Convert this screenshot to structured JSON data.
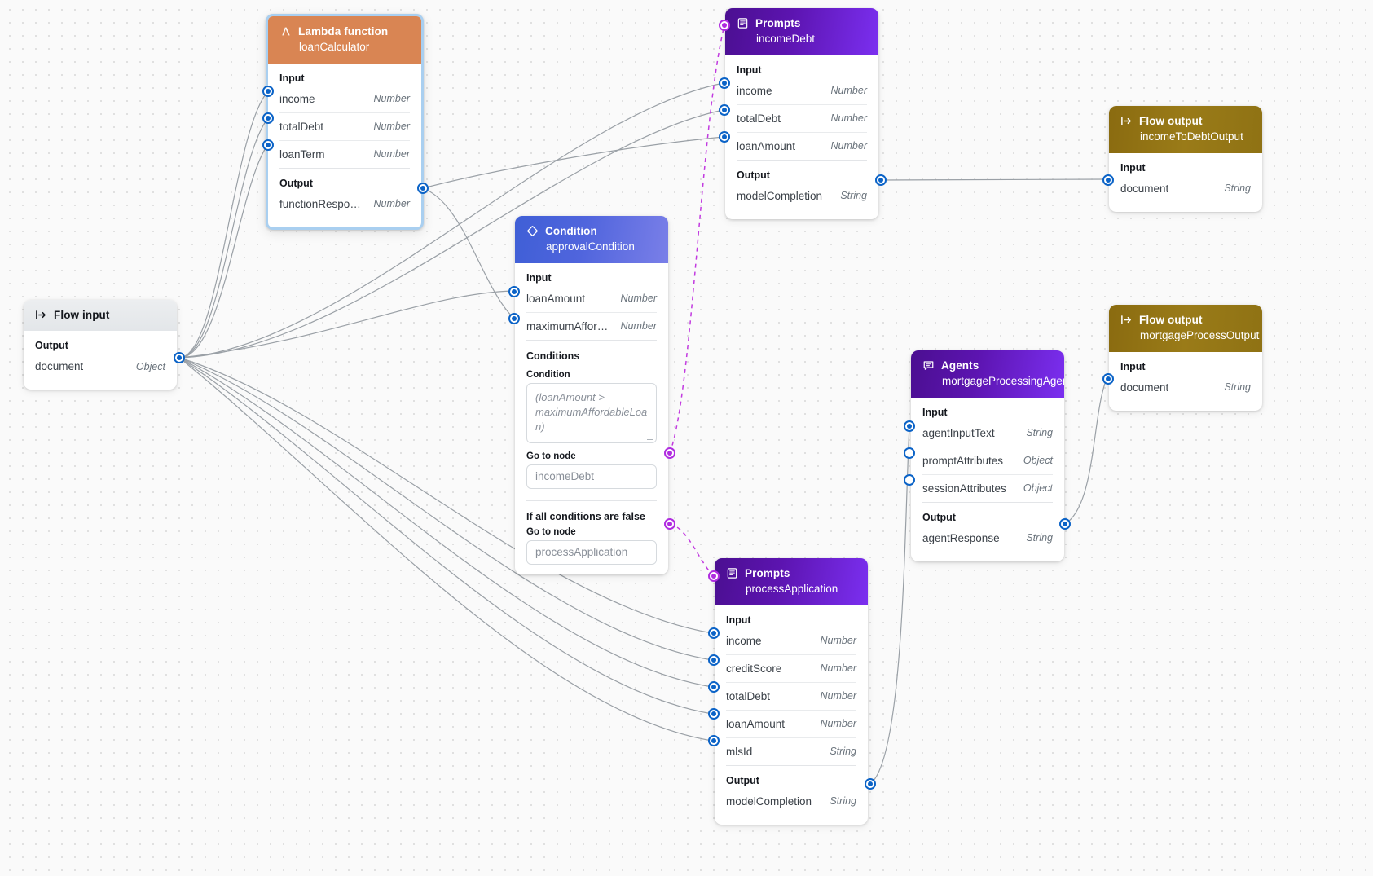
{
  "canvas": {
    "background_color": "#fafafa",
    "grid": "dot-grid"
  },
  "colors": {
    "lambda_header": "#d98553",
    "prompts_header": "#5c14b0",
    "agents_header": "#5c14b0",
    "condition_header": "#4f64dd",
    "flow_output_header": "#8f7214",
    "flow_input_header": "#e8eaed",
    "port_blue": "#0b63c7",
    "port_conditional": "#b02ce0",
    "edge_gray": "#9aa0a6",
    "edge_conditional": "#c23ae0",
    "selected_border": "#a9cff0"
  },
  "labels": {
    "input": "Input",
    "output": "Output",
    "conditions": "Conditions",
    "condition": "Condition",
    "go_to_node": "Go to node",
    "if_all_false": "If all conditions are false"
  },
  "types": {
    "number": "Number",
    "string": "String",
    "object": "Object"
  },
  "nodes": [
    {
      "id": "flowInput",
      "type_label": "Flow input",
      "name": "",
      "icon": "flow-input-icon",
      "outputs": [
        {
          "name": "document",
          "type": "Object",
          "connected": true
        }
      ]
    },
    {
      "id": "loanCalculator",
      "type_label": "Lambda function",
      "name": "loanCalculator",
      "icon": "lambda-icon",
      "selected": true,
      "inputs": [
        {
          "name": "income",
          "type": "Number",
          "connected": true
        },
        {
          "name": "totalDebt",
          "type": "Number",
          "connected": true
        },
        {
          "name": "loanTerm",
          "type": "Number",
          "connected": true
        }
      ],
      "outputs": [
        {
          "name": "functionResponse",
          "type": "Number",
          "connected": true
        }
      ]
    },
    {
      "id": "incomeDebt",
      "type_label": "Prompts",
      "name": "incomeDebt",
      "icon": "prompt-document-icon",
      "inputs": [
        {
          "name": "income",
          "type": "Number",
          "connected": true
        },
        {
          "name": "totalDebt",
          "type": "Number",
          "connected": true
        },
        {
          "name": "loanAmount",
          "type": "Number",
          "connected": true
        }
      ],
      "outputs": [
        {
          "name": "modelCompletion",
          "type": "String",
          "connected": true
        }
      ]
    },
    {
      "id": "approvalCondition",
      "type_label": "Condition",
      "name": "approvalCondition",
      "icon": "diamond-icon",
      "inputs": [
        {
          "name": "loanAmount",
          "type": "Number",
          "connected": true
        },
        {
          "name": "maximumAfforda…",
          "type": "Number",
          "connected": true
        }
      ],
      "condition_expression": "(loanAmount > maximumAffordableLoan)",
      "condition_goto": "incomeDebt",
      "else_goto": "processApplication"
    },
    {
      "id": "processApplication",
      "type_label": "Prompts",
      "name": "processApplication",
      "icon": "prompt-document-icon",
      "inputs": [
        {
          "name": "income",
          "type": "Number",
          "connected": true
        },
        {
          "name": "creditScore",
          "type": "Number",
          "connected": true
        },
        {
          "name": "totalDebt",
          "type": "Number",
          "connected": true
        },
        {
          "name": "loanAmount",
          "type": "Number",
          "connected": true
        },
        {
          "name": "mlsId",
          "type": "String",
          "connected": true
        }
      ],
      "outputs": [
        {
          "name": "modelCompletion",
          "type": "String",
          "connected": true
        }
      ]
    },
    {
      "id": "mortgageProcessingAgent",
      "type_label": "Agents",
      "name": "mortgageProcessingAgent",
      "icon": "chat-bubble-icon",
      "inputs": [
        {
          "name": "agentInputText",
          "type": "String",
          "connected": true
        },
        {
          "name": "promptAttributes",
          "type": "Object",
          "connected": false
        },
        {
          "name": "sessionAttributes",
          "type": "Object",
          "connected": false
        }
      ],
      "outputs": [
        {
          "name": "agentResponse",
          "type": "String",
          "connected": true
        }
      ]
    },
    {
      "id": "incomeToDebtOutput",
      "type_label": "Flow output",
      "name": "incomeToDebtOutput",
      "icon": "flow-output-icon",
      "inputs": [
        {
          "name": "document",
          "type": "String",
          "connected": true
        }
      ]
    },
    {
      "id": "mortgageProcessOutput",
      "type_label": "Flow output",
      "name": "mortgageProcessOutput",
      "icon": "flow-output-icon",
      "inputs": [
        {
          "name": "document",
          "type": "String",
          "connected": true
        }
      ]
    }
  ]
}
